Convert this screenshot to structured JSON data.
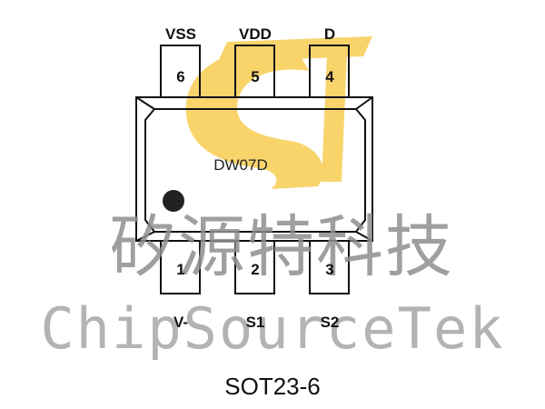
{
  "part": "DW07D",
  "package": "SOT23-6",
  "pins_top": [
    {
      "name": "VSS",
      "number": "6"
    },
    {
      "name": "VDD",
      "number": "5"
    },
    {
      "name": "D",
      "number": "4"
    }
  ],
  "pins_bottom": [
    {
      "name": "V-",
      "number": "1"
    },
    {
      "name": "S1",
      "number": "2"
    },
    {
      "name": "S2",
      "number": "3"
    }
  ],
  "watermark": {
    "chinese": "矽源特科技",
    "english": "ChipSourceTek",
    "logo": "ST"
  },
  "colors": {
    "logo": "#f6c63a",
    "outline": "#111111"
  }
}
